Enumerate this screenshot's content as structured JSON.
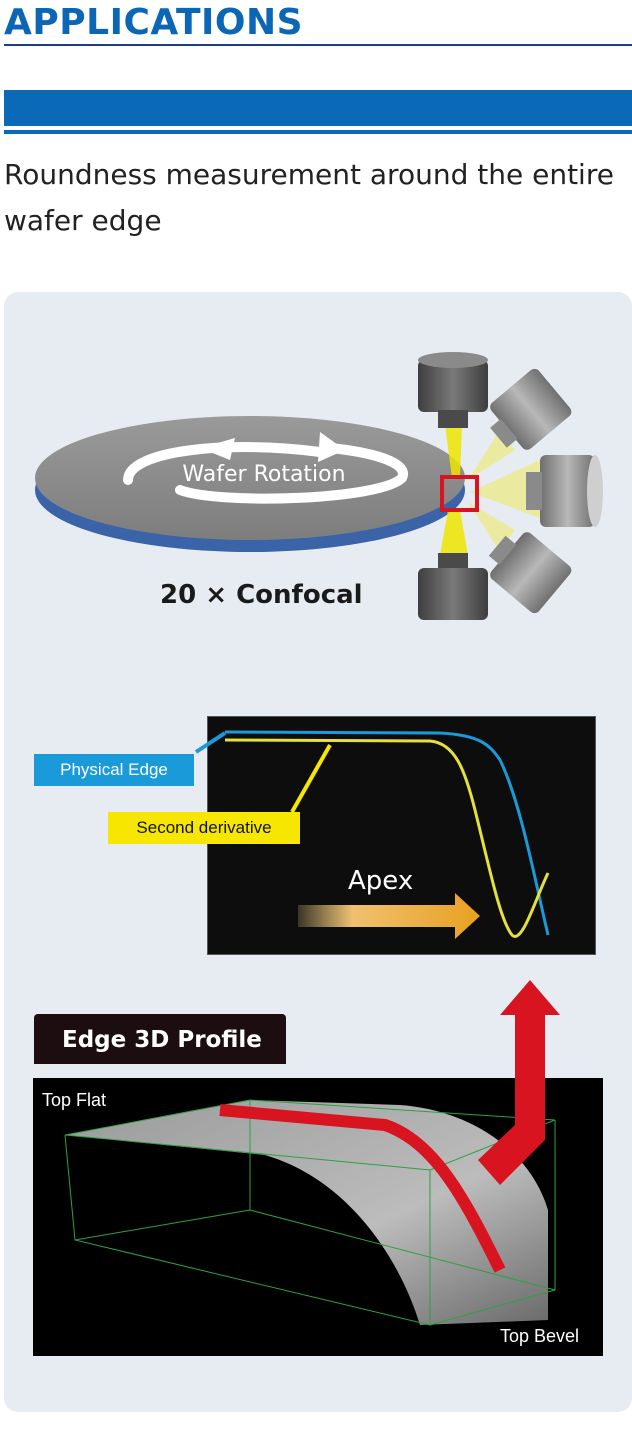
{
  "header": {
    "title": "APPLICATIONS"
  },
  "lead": {
    "text": "Roundness measurement around the entire wafer edge"
  },
  "diagram": {
    "wafer_rotation_label": "Wafer Rotation",
    "confocal_label": "20 × Confocal"
  },
  "edge_plot": {
    "physical_edge_label": "Physical Edge",
    "second_derivative_label": "Second derivative",
    "apex_label": "Apex",
    "colors": {
      "physical_edge": "#1a9ad9",
      "second_derivative": "#f7e600"
    }
  },
  "profile": {
    "tab_title": "Edge 3D Profile",
    "top_flat_label": "Top Flat",
    "top_bevel_label": "Top Bevel"
  },
  "colors": {
    "brand_blue": "#0a6ab7",
    "highlight_red": "#d7141f"
  }
}
